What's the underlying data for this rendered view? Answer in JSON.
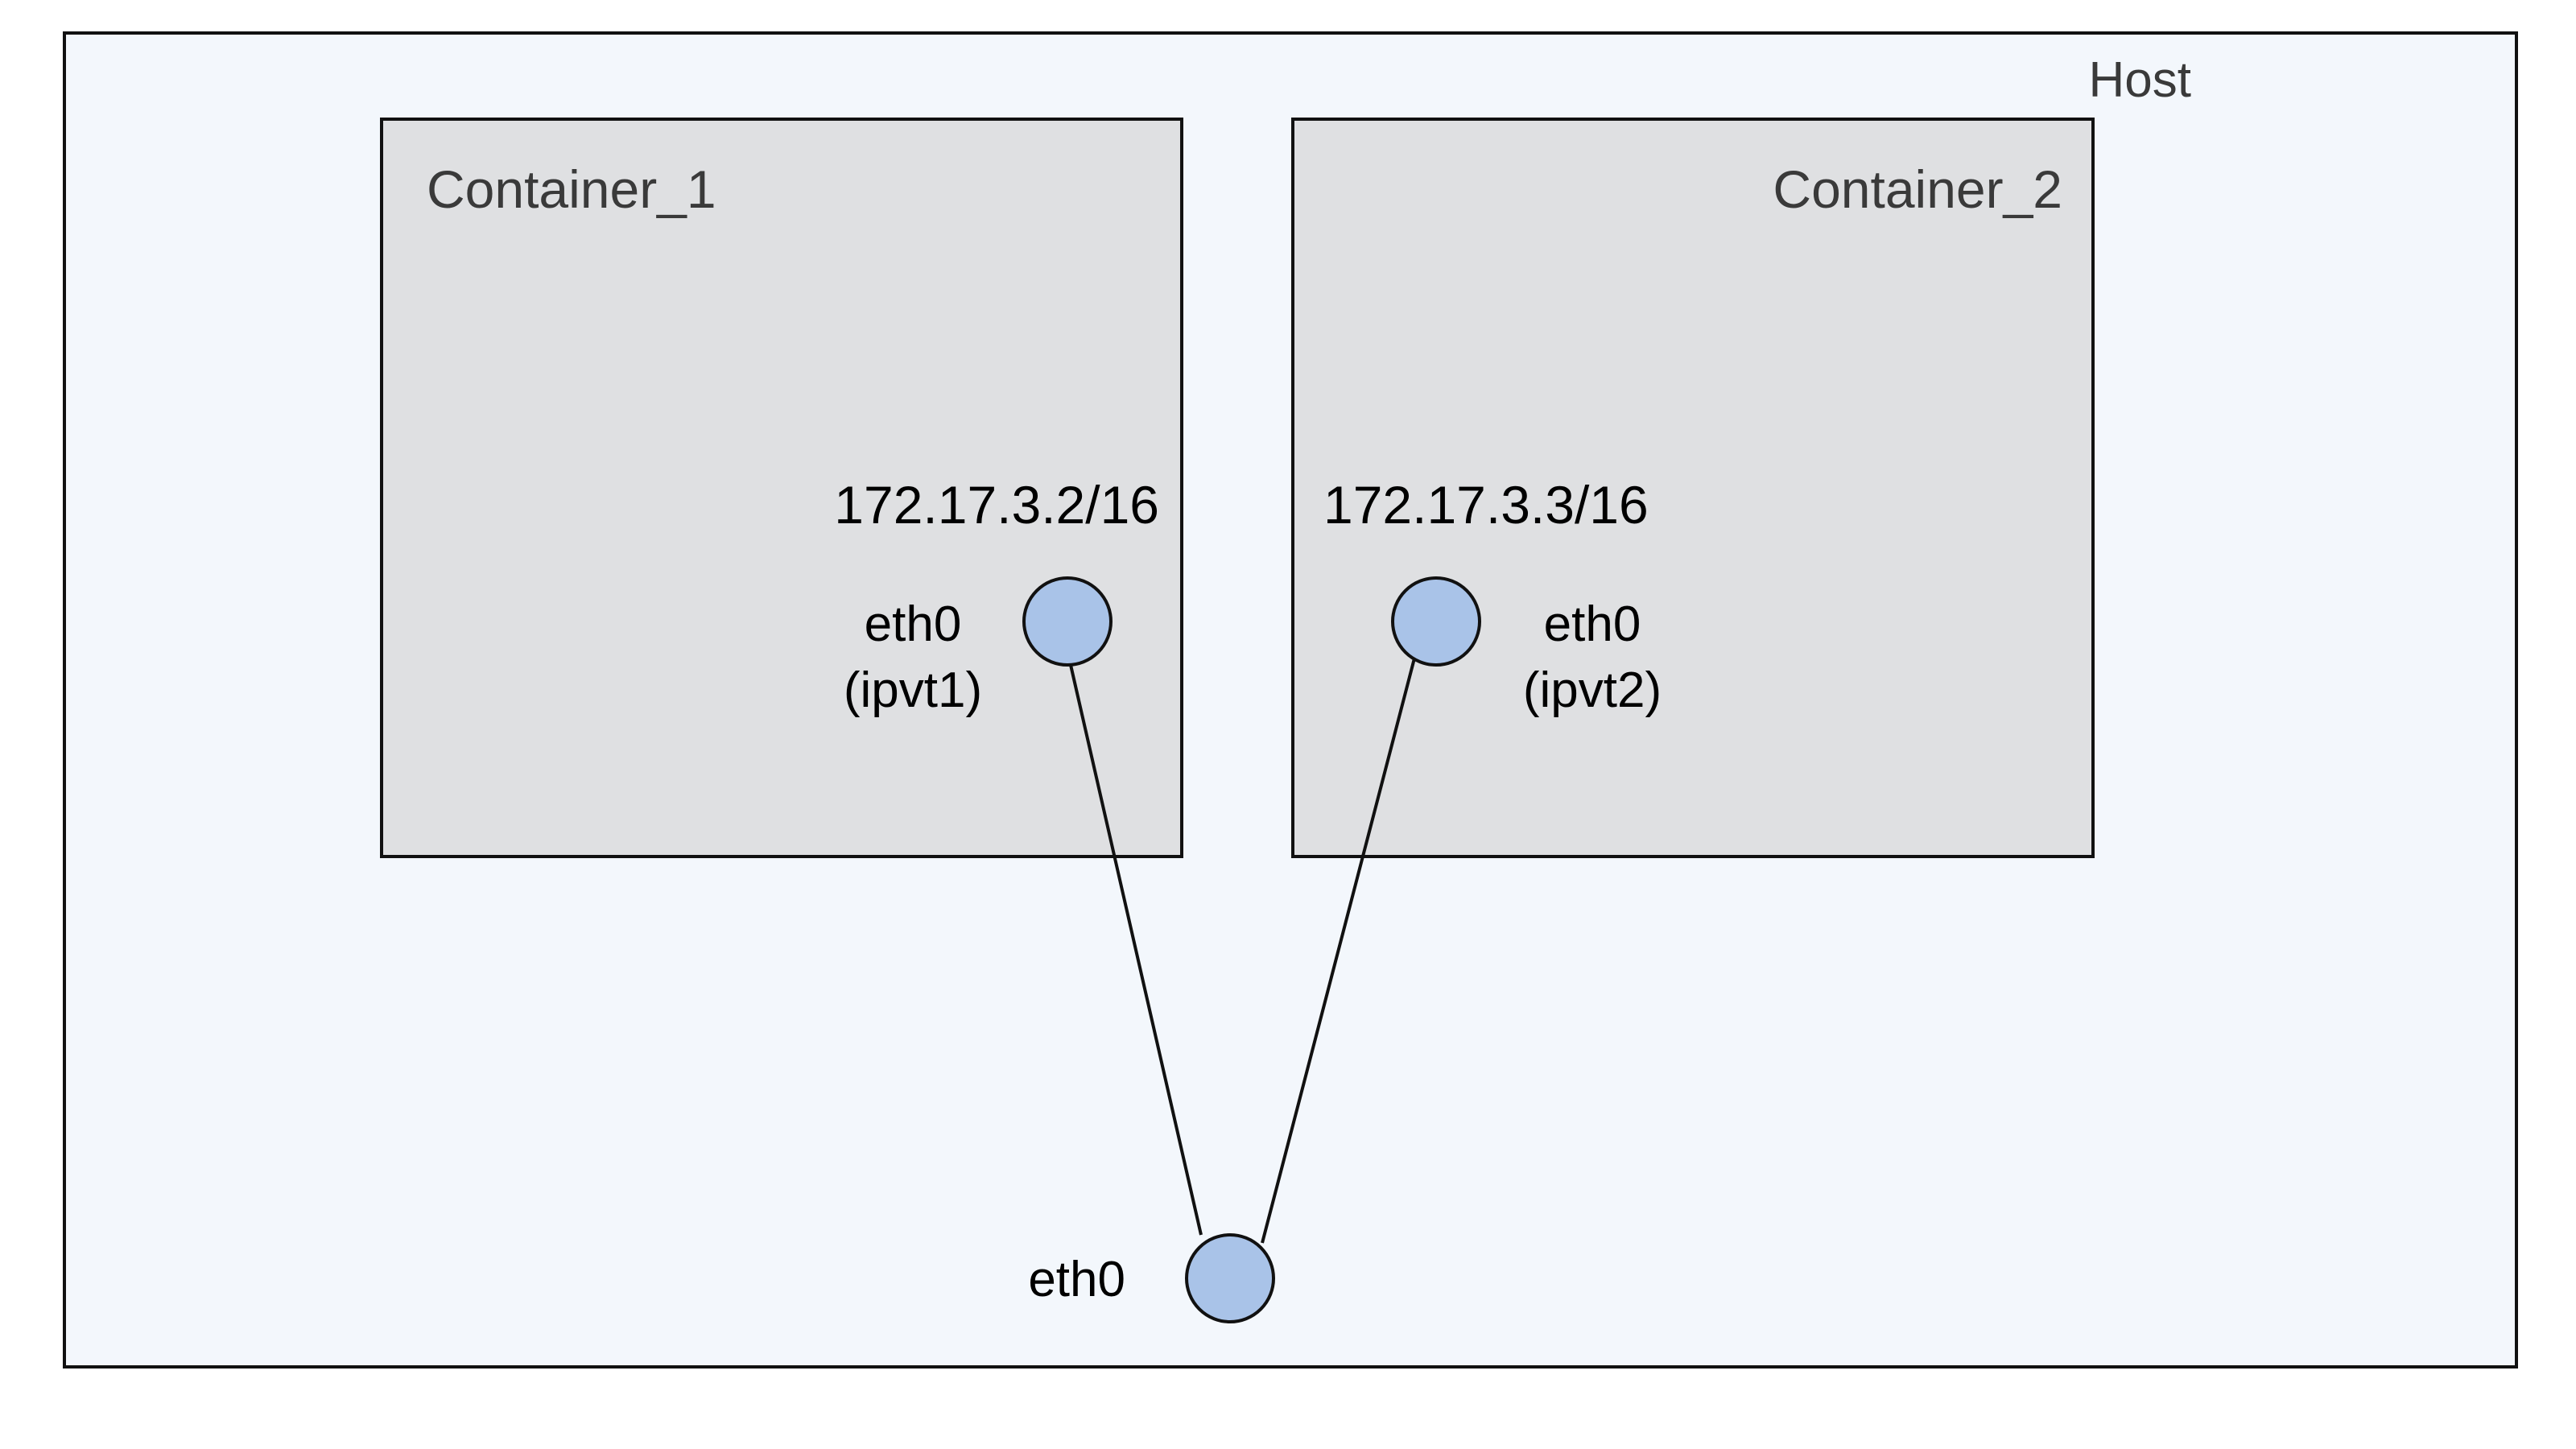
{
  "host": {
    "label": "Host"
  },
  "containers": [
    {
      "label": "Container_1",
      "ip": "172.17.3.2/16",
      "interface": "eth0",
      "interface_sub": "(ipvt1)"
    },
    {
      "label": "Container_2",
      "ip": "172.17.3.3/16",
      "interface": "eth0",
      "interface_sub": "(ipvt2)"
    }
  ],
  "host_interface": {
    "label": "eth0"
  },
  "colors": {
    "host_fill": "#f3f7fc",
    "container_fill": "#dfe0e2",
    "node_fill": "#a9c3e8",
    "stroke": "#111111"
  }
}
